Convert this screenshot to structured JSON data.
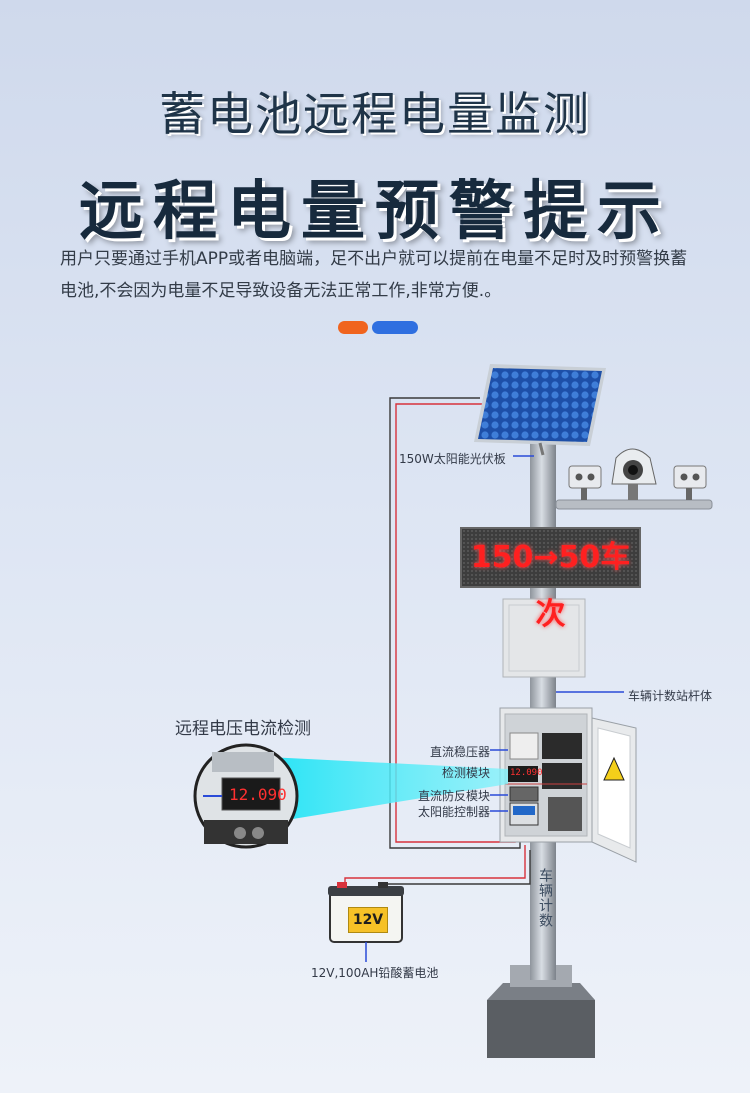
{
  "header": {
    "title": "蓄电池远程电量监测",
    "headline": "远程电量预警提示",
    "description": "用户只要通过手机APP或者电脑端，足不出户就可以提前在电量不足时及时预警换蓄电池,不会因为电量不足导致设备无法正常工作,非常方便.。"
  },
  "diagram": {
    "solar_panel_label": "150W太阳能光伏板",
    "led_display_text": "150→50车次",
    "pole_label": "车辆计数站杆体",
    "regulator_label": "直流稳压器",
    "measure_module_label": "检测模块",
    "anti_reverse_label": "直流防反模块",
    "solar_controller_label": "太阳能控制器",
    "vertical_label": "车辆计数",
    "battery_badge": "12V",
    "battery_label": "12V,100AH铅酸蓄电池",
    "zoom_title": "远程电压电流检测",
    "meter_reading": "12.090",
    "small_meter_reading": "12.090"
  },
  "colors": {
    "orange": "#f0641e",
    "blue": "#2f6fe0",
    "wire_red": "#d8323c",
    "wire_dark": "#3a3a3a",
    "led_red": "#ff2020",
    "beam_cyan": "#36e8f4"
  }
}
